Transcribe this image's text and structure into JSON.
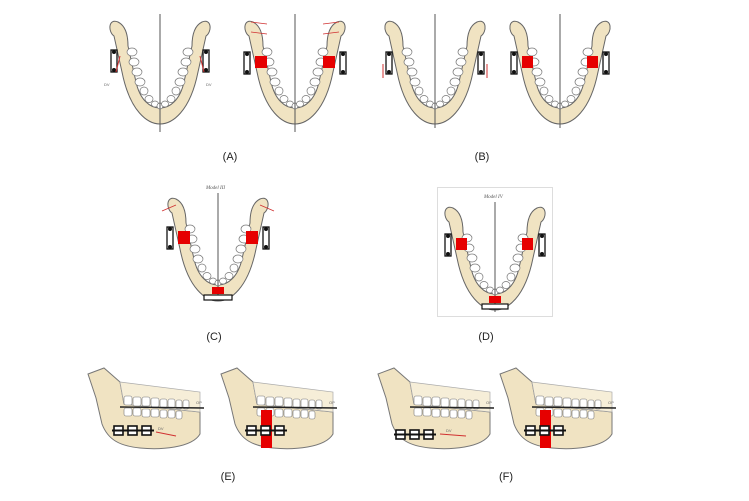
{
  "figure": {
    "labels": {
      "a": "(A)",
      "b": "(B)",
      "c": "(C)",
      "d": "(D)",
      "e": "(E)",
      "f": "(F)"
    },
    "model_labels": {
      "c": "Model III",
      "d": "Model IV"
    },
    "occlusal_plane_label": "OP",
    "distraction_vector_label": "DV"
  },
  "colors": {
    "bone": "#f0e3c2",
    "distractor_block": "#e60000",
    "vector_arrow": "#d03030",
    "line": "#555555"
  }
}
